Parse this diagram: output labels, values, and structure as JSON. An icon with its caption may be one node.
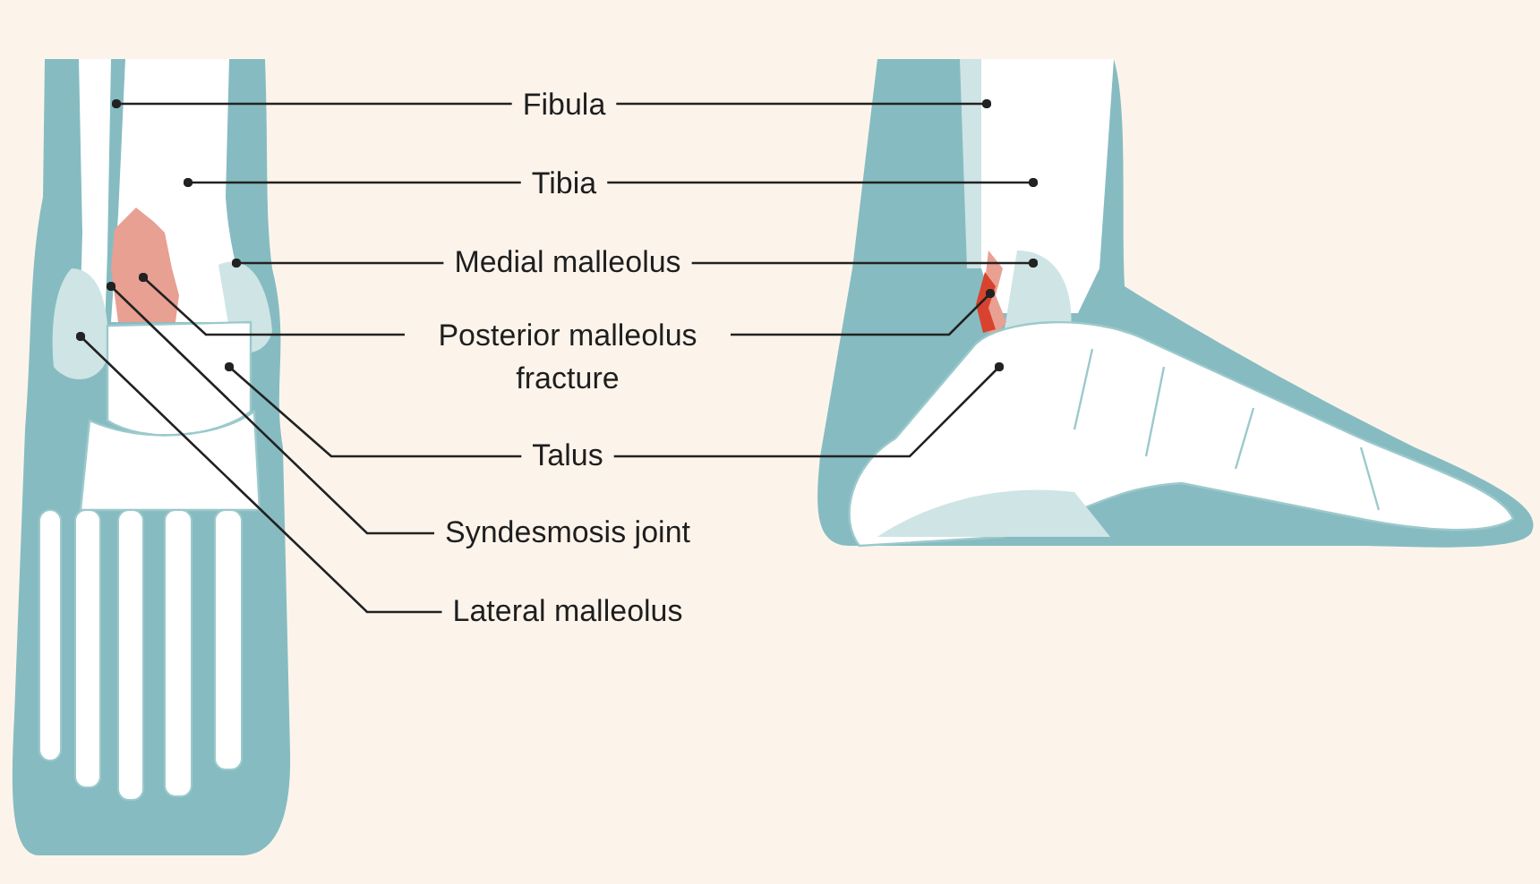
{
  "diagram": {
    "nodes": [
      {
        "text": [
          "Fibula"
        ]
      },
      {
        "text": [
          "Tibia"
        ]
      },
      {
        "text": [
          "Medial malleolus"
        ]
      },
      {
        "text": [
          "Posterior malleolus fracture"
        ]
      },
      {
        "text": [
          "Talus"
        ]
      },
      {
        "text": [
          "Syndesmosis joint"
        ]
      },
      {
        "text": [
          "Lateral malleolus"
        ]
      }
    ],
    "edges": [
      {
        "from": 0,
        "to": null,
        "arrow": "other"
      },
      {
        "from": 0,
        "to": null,
        "arrow": "other"
      },
      {
        "from": 1,
        "to": null,
        "arrow": "other"
      },
      {
        "from": 1,
        "to": null,
        "arrow": "other"
      },
      {
        "from": 2,
        "to": null,
        "arrow": "other"
      },
      {
        "from": 2,
        "to": null,
        "arrow": "other"
      },
      {
        "from": 3,
        "to": null,
        "arrow": "other"
      },
      {
        "from": 3,
        "to": null,
        "arrow": "other"
      },
      {
        "from": 4,
        "to": null,
        "arrow": "other"
      },
      {
        "from": 4,
        "to": null,
        "arrow": "other"
      },
      {
        "from": 5,
        "to": null,
        "arrow": "other"
      },
      {
        "from": 6,
        "to": null,
        "arrow": "other"
      }
    ]
  }
}
